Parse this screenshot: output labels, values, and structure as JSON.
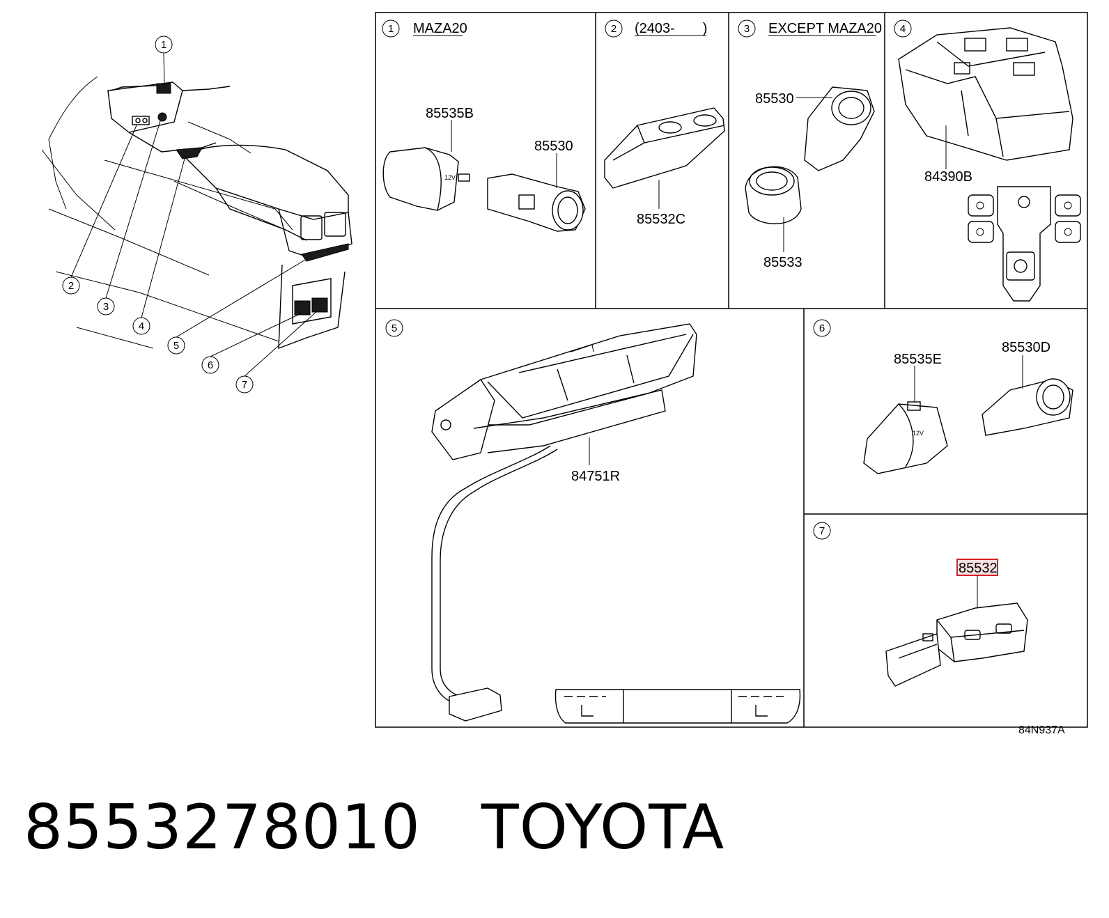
{
  "callouts": [
    "1",
    "2",
    "3",
    "4",
    "5",
    "6",
    "7"
  ],
  "panels": [
    {
      "number": "1",
      "note": "MAZA20",
      "parts": [
        "85535B",
        "85530"
      ]
    },
    {
      "number": "2",
      "note": "(2403-　　)",
      "parts": [
        "85532C"
      ]
    },
    {
      "number": "3",
      "note": "EXCEPT MAZA20",
      "parts": [
        "85530",
        "85533"
      ]
    },
    {
      "number": "4",
      "note": "",
      "parts": [
        "84390B"
      ]
    },
    {
      "number": "5",
      "note": "",
      "parts": [
        "84751R"
      ]
    },
    {
      "number": "6",
      "note": "",
      "parts": [
        "85535E",
        "85530D"
      ]
    },
    {
      "number": "7",
      "note": "",
      "parts": [
        "85532"
      ]
    }
  ],
  "component_text": {
    "socket_voltage": "12V"
  },
  "diagram_code": "84N937A",
  "footer": {
    "part_number": "8553278010",
    "brand": "TOYOTA"
  },
  "colors": {
    "highlight_box": "#d81f2a",
    "highlight_fill": "#f6dfe1",
    "line": "#000000"
  }
}
